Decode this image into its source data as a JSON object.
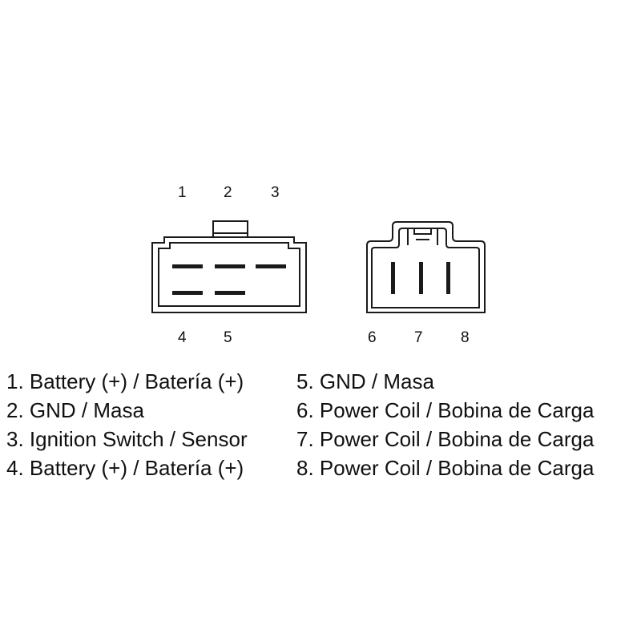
{
  "left_connector": {
    "top_pin_numbers": [
      "1",
      "2",
      "3"
    ],
    "bottom_pin_numbers": [
      "4",
      "5"
    ]
  },
  "right_connector": {
    "pin_numbers": [
      "6",
      "7",
      "8"
    ]
  },
  "legend": {
    "left": [
      "1. Battery (+) / Batería (+)",
      "2. GND / Masa",
      "3. Ignition Switch / Sensor",
      "4. Battery (+) / Batería (+)"
    ],
    "right": [
      "5. GND / Masa",
      "6. Power Coil / Bobina de Carga",
      "7. Power Coil / Bobina de Carga",
      "8. Power Coil / Bobina de Carga"
    ]
  },
  "colors": {
    "outline": "#1a1a1a",
    "background": "#ffffff"
  }
}
